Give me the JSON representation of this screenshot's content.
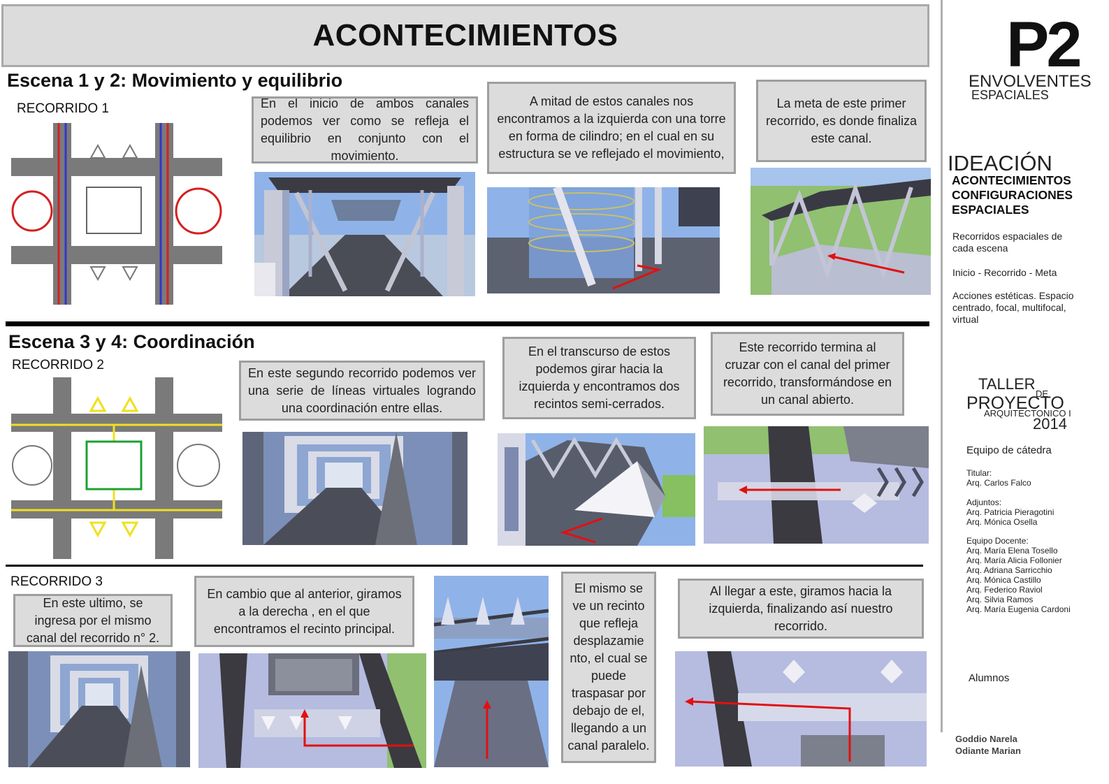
{
  "header": {
    "title": "ACONTECIMIENTOS"
  },
  "scene1": {
    "heading": "Escena 1 y 2: Movimiento y equilibrio",
    "route": "RECORRIDO 1",
    "captions": [
      "En el inicio de ambos canales podemos ver como se refleja el equilibrio en conjunto con el movimiento.",
      "A mitad de estos canales nos encontramos a la izquierda con una torre en forma de cilindro; en el cual en su estructura se ve reflejado el movimiento,",
      "La meta de este primer recorrido, es donde finaliza este canal."
    ]
  },
  "scene2": {
    "heading": "Escena 3 y 4: Coordinación",
    "route": "RECORRIDO 2",
    "captions": [
      "En este segundo recorrido podemos ver una serie de líneas virtuales logrando una coordinación entre ellas.",
      "En el transcurso de estos podemos girar hacia la izquierda y encontramos dos recintos semi-cerrados.",
      "Este recorrido termina al cruzar con el canal del primer recorrido, transformándose en un canal abierto."
    ]
  },
  "scene3": {
    "route": "RECORRIDO 3",
    "captions": [
      "En este ultimo, se ingresa por el mismo canal del recorrido n° 2.",
      "En cambio que al anterior, giramos a la derecha , en el que encontramos el recinto principal.",
      "El mismo se ve un recinto que refleja desplazamie nto, el cual se puede traspasar por debajo de el, llegando a un canal paralelo.",
      "Al llegar a este, giramos hacia la izquierda, finalizando así nuestro recorrido."
    ]
  },
  "sidebar": {
    "logo": "P2",
    "envolventes": "ENVOLVENTES",
    "espaciales": "ESPACIALES",
    "ideacion": "IDEACIÓN",
    "topics": "ACONTECIMIENTOS\nCONFIGURACIONES\nESPACIALES",
    "notes": [
      "Recorridos espaciales de\ncada escena",
      "Inicio - Recorrido - Meta",
      "Acciones estéticas. Espacio\ncentrado, focal, multifocal,\nvirtual"
    ],
    "taller": "TALLER",
    "de": "DE",
    "proyecto": "PROYECTO",
    "arquitectonico": "ARQUITECTONICO I",
    "year": "2014",
    "equipo": "Equipo de cátedra",
    "titular_label": "Titular:",
    "titular": "Arq. Carlos Falco",
    "adjuntos_label": "Adjuntos:",
    "adjuntos": "Arq. Patricia Pieragotini\nArq. Mónica Osella",
    "docentes_label": "Equipo Docente:",
    "docentes": "Arq. María Elena Tosello\nArq. María Alicia Follonier\nArq. Adriana Sarricchio\nArq. Mónica Castillo\nArq. Federico Raviol\nArq. Silvia Ramos\nArq. María Eugenia Cardoni",
    "alumnos": "Alumnos",
    "students": [
      "Goddio Narela",
      "Odiante Marian"
    ]
  }
}
